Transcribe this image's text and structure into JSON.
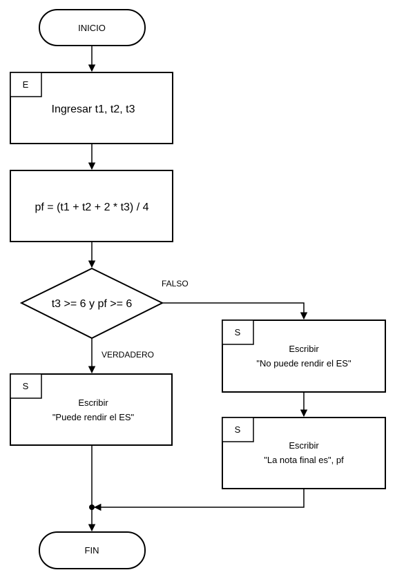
{
  "flowchart": {
    "start": {
      "label": "INICIO"
    },
    "input": {
      "tag": "E",
      "text": "Ingresar t1, t2, t3"
    },
    "process": {
      "text": "pf = (t1 + t2 + 2 * t3) / 4"
    },
    "decision": {
      "text": "t3 >= 6 y pf >= 6"
    },
    "branch_false": {
      "label": "FALSO"
    },
    "branch_true": {
      "label": "VERDADERO"
    },
    "output_true": {
      "tag": "S",
      "line1": "Escribir",
      "line2": "\"Puede rendir el ES\""
    },
    "output_false_1": {
      "tag": "S",
      "line1": "Escribir",
      "line2": "\"No puede rendir el ES\""
    },
    "output_false_2": {
      "tag": "S",
      "line1": "Escribir",
      "line2": "\"La nota final es\", pf"
    },
    "end": {
      "label": "FIN"
    }
  }
}
